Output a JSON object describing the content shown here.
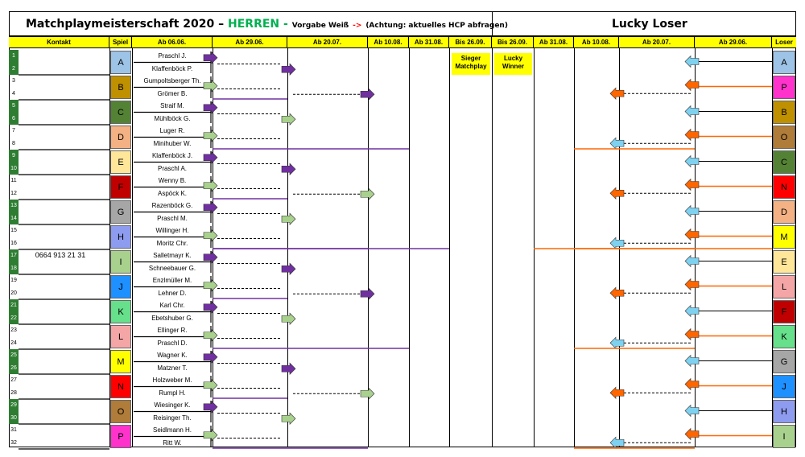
{
  "header": {
    "title_left": "Matchplaymeisterschaft 2020 – ",
    "title_herren": "HERREN -",
    "vorgabe": "Vorgabe Weiß",
    "arrow": "->",
    "note": "(Achtung: aktuelles HCP abfragen)",
    "lucky_title": "Lucky Loser"
  },
  "columns": {
    "kontakt": "Kontakt",
    "spiel": "Spiel",
    "c1": "Ab 06.06.",
    "c2": "Ab 29.06.",
    "c3": "Ab 20.07.",
    "c4": "Ab 10.08.",
    "c5": "Ab 31.08.",
    "c6": "Bis 26.09.",
    "c7": "Bis 26.09.",
    "c8": "Ab 31.08.",
    "c9": "Ab 10.08.",
    "c10": "Ab 20.07.",
    "c11": "Ab 29.06.",
    "loser": "Loser"
  },
  "boxes": {
    "sieger": "Sieger Matchplay",
    "lucky": "Lucky Winner"
  },
  "contact_value": "0664 913 21 31",
  "row_numbers": [
    "1",
    "2",
    "3",
    "4",
    "5",
    "6",
    "7",
    "8",
    "9",
    "10",
    "11",
    "12",
    "13",
    "14",
    "15",
    "16",
    "17",
    "18",
    "19",
    "20",
    "21",
    "22",
    "23",
    "24",
    "25",
    "26",
    "27",
    "28",
    "29",
    "30",
    "31",
    "32"
  ],
  "players": [
    "Praschl J.",
    "Klaffenböck P.",
    "Gumpoltsberger Th.",
    "Grömer B.",
    "Straif M.",
    "Mühlböck G.",
    "Luger R.",
    "Minihuber W.",
    "Klaffenböck J.",
    "Praschl A.",
    "Wenny B.",
    "Aspöck K.",
    "Razenböck G.",
    "Praschl M.",
    "Willinger H.",
    "Moritz Chr.",
    "Salletmayr K.",
    "Schneebauer G.",
    "Enzlmüller M.",
    "Lehner D.",
    "Karl Chr.",
    "Ebetshuber G.",
    "Ellinger R.",
    "Praschl D.",
    "Wagner K.",
    "Matzner T.",
    "Holzweber M.",
    "Rumpl H.",
    "Wiesinger K.",
    "Reisinger Th.",
    "Seidlmann H.",
    "Ritt W."
  ],
  "spiel": [
    {
      "label": "A",
      "color": "#9dc3e6"
    },
    {
      "label": "B",
      "color": "#bf9000"
    },
    {
      "label": "C",
      "color": "#548235"
    },
    {
      "label": "D",
      "color": "#f4b183"
    },
    {
      "label": "E",
      "color": "#ffe699"
    },
    {
      "label": "F",
      "color": "#c00000"
    },
    {
      "label": "G",
      "color": "#a6a6a6"
    },
    {
      "label": "H",
      "color": "#8e9cf0"
    },
    {
      "label": "I",
      "color": "#a9d18e"
    },
    {
      "label": "J",
      "color": "#1e90ff"
    },
    {
      "label": "K",
      "color": "#66e08a"
    },
    {
      "label": "L",
      "color": "#f4a6a6"
    },
    {
      "label": "M",
      "color": "#ffff00"
    },
    {
      "label": "N",
      "color": "#ff0000"
    },
    {
      "label": "O",
      "color": "#b07c3a"
    },
    {
      "label": "P",
      "color": "#ff33cc"
    }
  ],
  "loser": [
    {
      "label": "A",
      "color": "#9dc3e6"
    },
    {
      "label": "P",
      "color": "#ff33cc"
    },
    {
      "label": "B",
      "color": "#bf9000"
    },
    {
      "label": "O",
      "color": "#b07c3a"
    },
    {
      "label": "C",
      "color": "#548235"
    },
    {
      "label": "N",
      "color": "#ff0000"
    },
    {
      "label": "D",
      "color": "#f4b183"
    },
    {
      "label": "M",
      "color": "#ffff00"
    },
    {
      "label": "E",
      "color": "#ffe699"
    },
    {
      "label": "L",
      "color": "#f4a6a6"
    },
    {
      "label": "F",
      "color": "#c00000"
    },
    {
      "label": "K",
      "color": "#66e08a"
    },
    {
      "label": "G",
      "color": "#a6a6a6"
    },
    {
      "label": "J",
      "color": "#1e90ff"
    },
    {
      "label": "H",
      "color": "#8e9cf0"
    },
    {
      "label": "I",
      "color": "#a9d18e"
    }
  ],
  "colors": {
    "header_yellow": "#ffff00",
    "herren_green": "#00b050",
    "purple": "#7030a0",
    "green_arrow": "#a9d18e",
    "orange": "#ff6600",
    "light_blue": "#7fd1f0",
    "row_green": "#2e7d32"
  }
}
